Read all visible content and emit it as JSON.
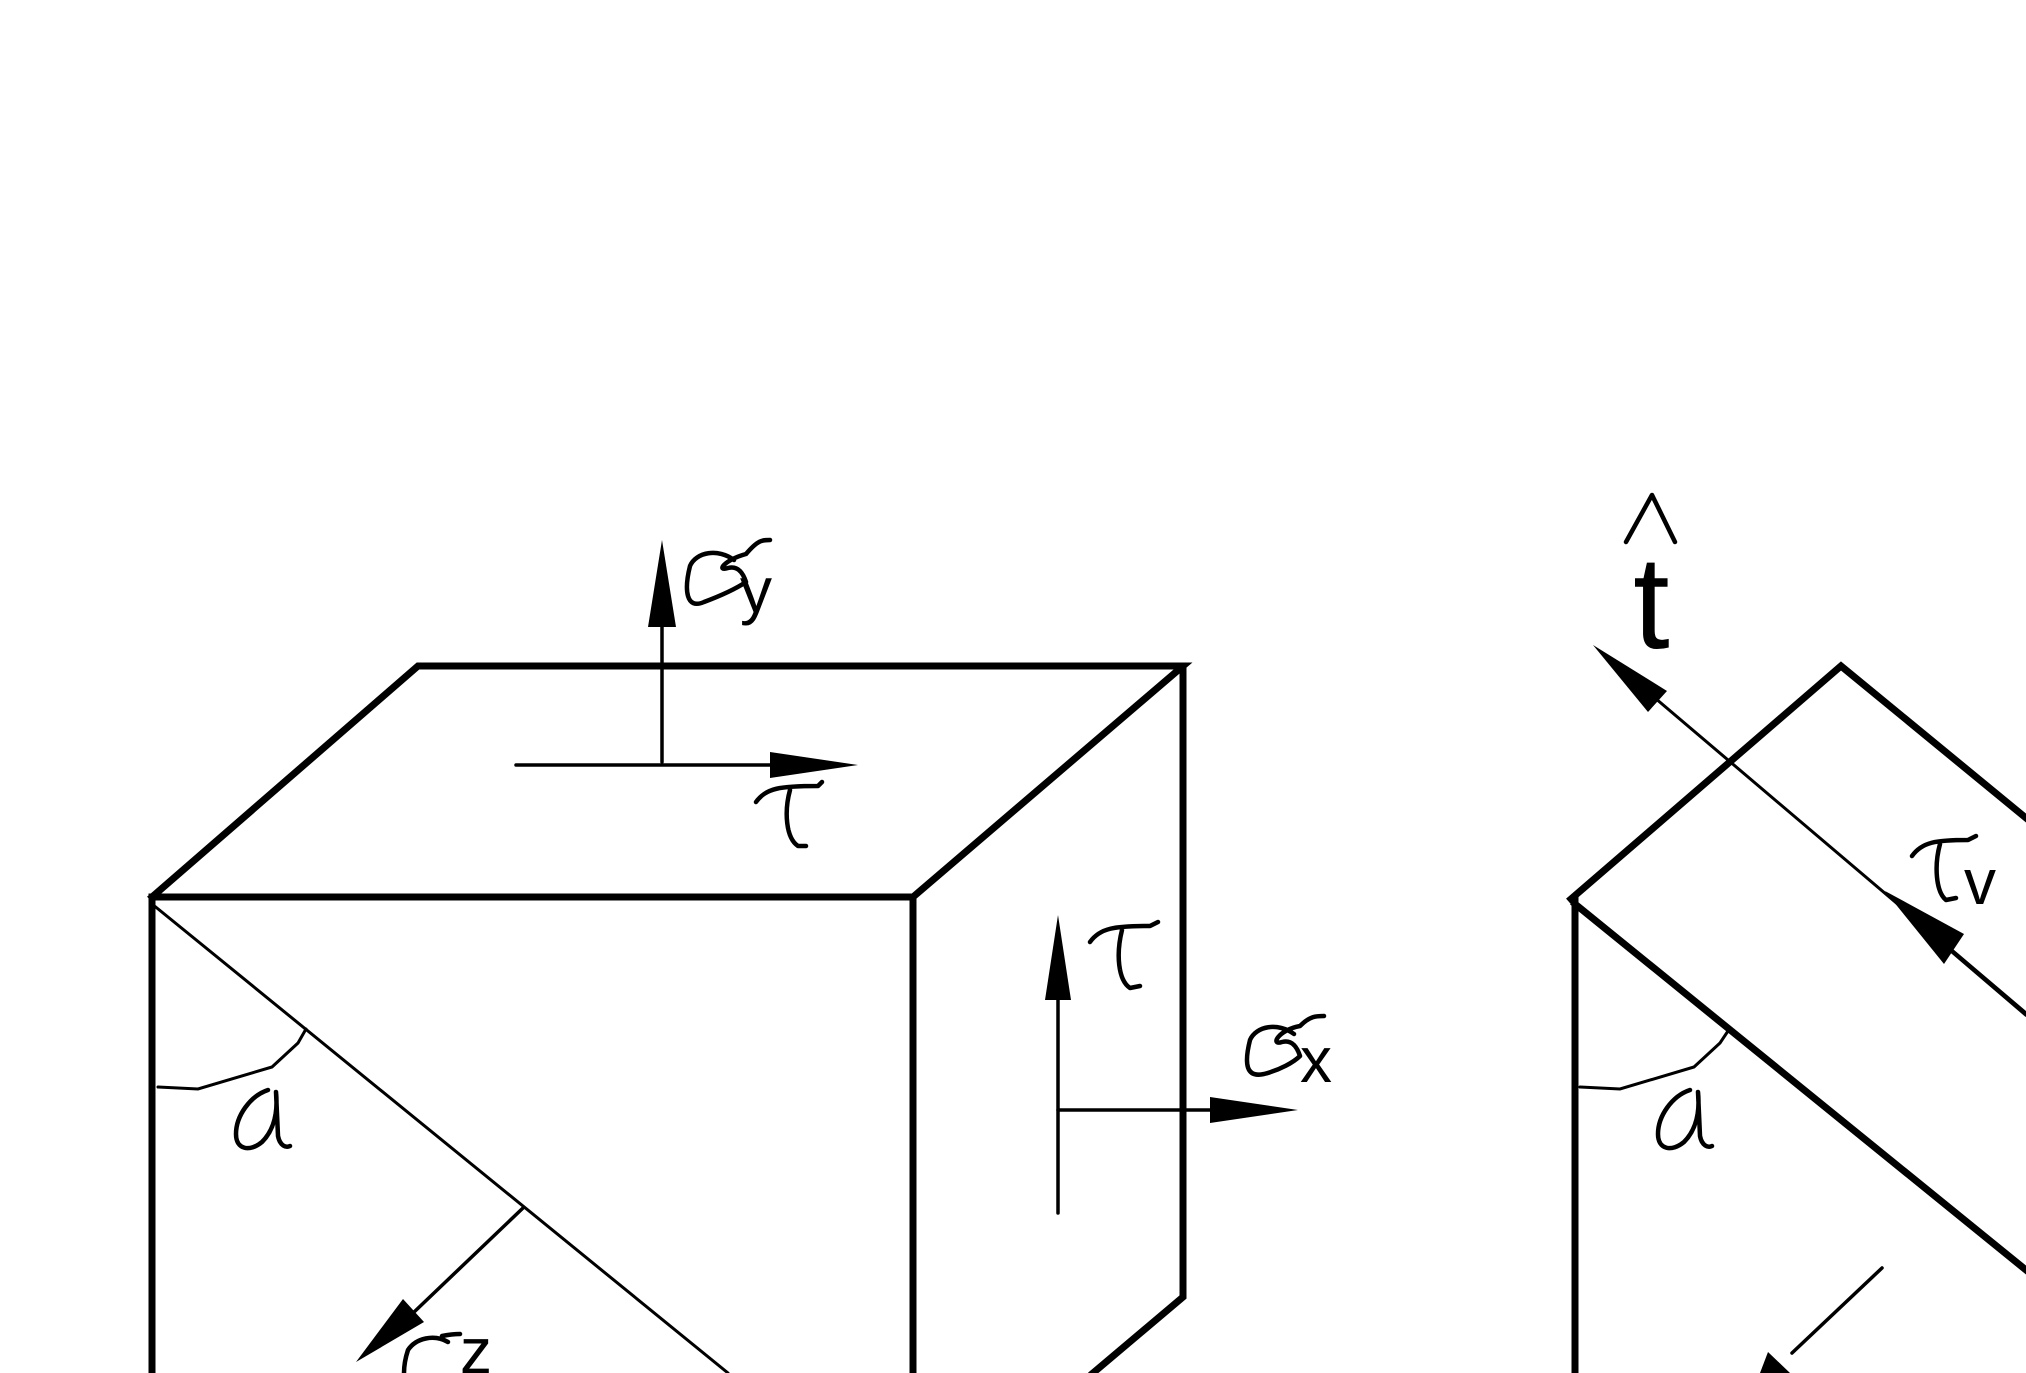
{
  "labels": {
    "sigma_y_letter": "σ",
    "sigma_y_sub": "y",
    "tau_top": "τ",
    "tau_right": "τ",
    "sigma_x_letter": "σ",
    "sigma_x_sub": "x",
    "alpha_left": "α",
    "sigma_z_letter": "σ",
    "sigma_z_sub": "z",
    "t_hat": "t",
    "hat": "^",
    "tau_v_letter": "τ",
    "tau_v_sub": "v",
    "alpha_right": "α"
  },
  "colors": {
    "ink": "#000000",
    "background": "#ffffff"
  }
}
